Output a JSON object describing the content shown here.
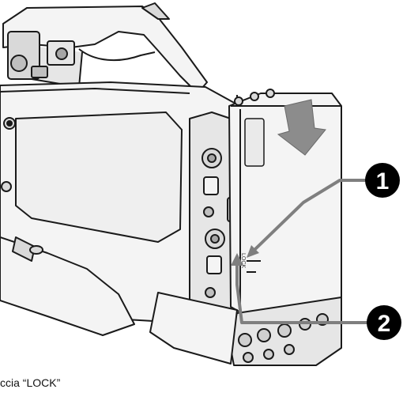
{
  "caption": "ccia “LOCK”",
  "battery_label": "LOCK",
  "callouts": [
    {
      "number": "1"
    },
    {
      "number": "2"
    }
  ],
  "colors": {
    "line": "#1a1a1a",
    "body_light": "#f4f4f4",
    "body_mid": "#d9d9d9",
    "body_dark": "#a6a6a6",
    "arrow_gray": "#7f7f7f",
    "callout_fill": "#000000"
  },
  "icons": [
    "down-arrow-icon",
    "leader-arrow-icon"
  ]
}
